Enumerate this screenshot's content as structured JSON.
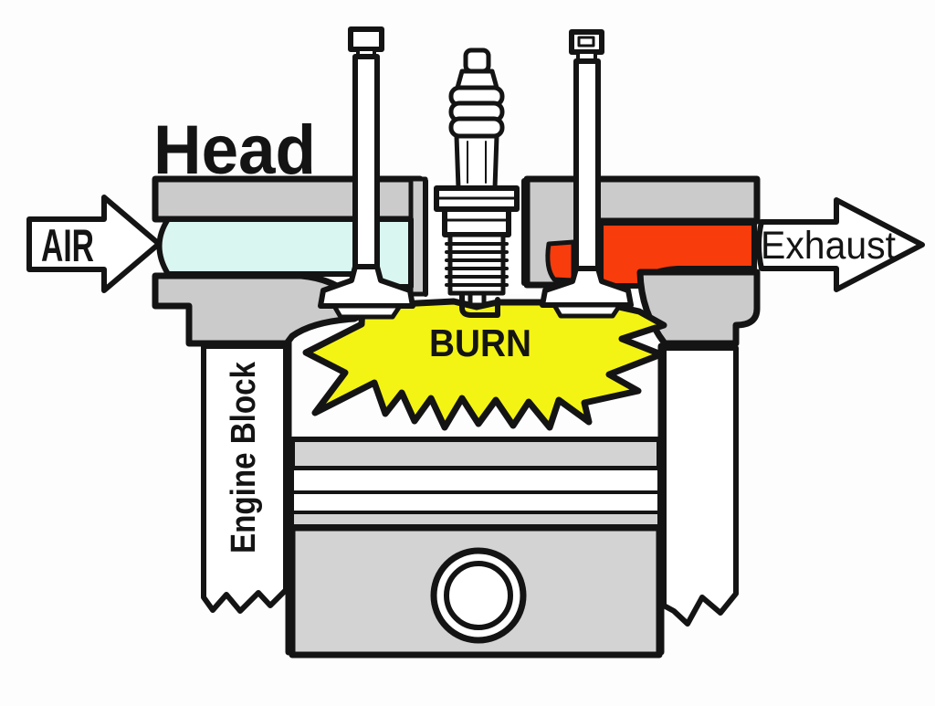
{
  "labels": {
    "head": "Head",
    "air": "AIR",
    "exhaust": "Exhaust",
    "burn": "BURN",
    "engine_block": "Engine Block"
  },
  "colors": {
    "background": "#fdfdfd",
    "outline": "#141414",
    "head_gray": "#cbcbcb",
    "piston_gray": "#d3d3d3",
    "intake_cyan": "#d9f6f1",
    "exhaust_red": "#f83c0c",
    "burn_yellow": "#f4f414",
    "metal_white": "#ffffff"
  }
}
